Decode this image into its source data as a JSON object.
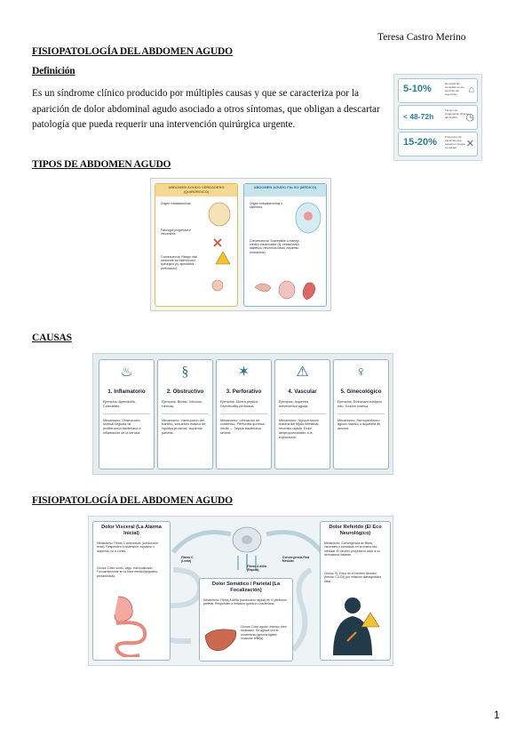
{
  "header": {
    "author": "Teresa Castro Merino"
  },
  "title": "FISIOPATOLOGÍA DEL ABDOMEN AGUDO",
  "definition": {
    "heading": "Definición",
    "text": "Es un síndrome clínico producido por múltiples causas y que se caracteriza por la aparición de dolor abdominal agudo asociado a otros síntomas, que obligan a descartar patología que pueda requerir una intervención quirúrgica urgente."
  },
  "stats": [
    {
      "value": "5-10%",
      "text": "De todas las consultas en los servicios de urgencias",
      "icon": "hospital-icon"
    },
    {
      "value": "< 48-72h",
      "text": "Tiempo de instauración clínica del cuadro",
      "icon": "clock-icon"
    },
    {
      "value": "15-20%",
      "text": "Proporción de pacientes que requieren cirugía inmediata",
      "icon": "scissors-icon"
    }
  ],
  "types_heading": "TIPOS DE ABDOMEN AGUDO",
  "types": {
    "left": {
      "title": "ABDOMEN AGUDO VERDADERO (QUIRÚRGICO)",
      "items": [
        "Origen intraabdominal.",
        "Patología progresiva e irreversible.",
        "Consecuencia: Riesgo vital inminente sin intervención quirúrgica (ej. apendicitis, perforación)."
      ]
    },
    "right": {
      "title": "ABDOMEN AGUDO FALSO (MÉDICO)",
      "items": [
        "Origen extraabdominal o sistémico.",
        "Consecuencia: Susceptible a manejo médico conservador (ej. cetoacidosis diabética, neumonía basal, isquemia miocárdica)."
      ]
    }
  },
  "causes_heading": "CAUSAS",
  "causes": [
    {
      "title": "1. Inflamatorio",
      "icon": "flame-icon",
      "examples": "Ejemplos: Apendicitis, Colecistitis.",
      "mechanism": "Mecanismo: Obstrucción luminal seguida de proliferación bacteriana e inflamación de la serosa."
    },
    {
      "title": "2. Obstructivo",
      "icon": "intestine-icon",
      "examples": "Ejemplos: Bridas, Vólvulos, Hernias.",
      "mechanism": "Mecanismo: Interrupción del tránsito, secuestro masivo de líquidos proximal, isquemia parietal."
    },
    {
      "title": "3. Perforativo",
      "icon": "burst-icon",
      "examples": "Ejemplos: Úlcera péptica, Diverticulitis perforada.",
      "mechanism": "Mecanismo: Liberación de contenido. Peritonitis química inicial → Sepsis bacteriana severa."
    },
    {
      "title": "4. Vascular",
      "icon": "vessel-icon",
      "examples": "Ejemplos: Isquemia mesentérica aguda.",
      "mechanism": "Mecanismo: Hipoperfusión masiva del tejido intestinal, necrosis rápida. Dolor desproporcionado a la exploración."
    },
    {
      "title": "5. Ginecológico",
      "icon": "uterus-icon",
      "examples": "Ejemplos: Embarazo ectópico roto, Torsión ovárica.",
      "mechanism": "Mecanismo: Hemoperitoneo agudo masivo o isquemia de anexos."
    }
  ],
  "fisio_heading": "FISIOPATOLOGÍA DEL ABDOMEN AGUDO",
  "fisio": {
    "visceral": {
      "title": "Dolor Visceral (La Alarma Inicial)",
      "mechanism": "Mecanismo: Fibras C autónomas (conducción lenta). Responden a distensión, espasmo o isquemia, no a cortes.",
      "clinic": "Clínica: Dolor sordo, vago, mal localizado. Frecuentemente en la línea media (epigastrio, periumbilical)."
    },
    "somatic": {
      "title": "Dolor Somático / Parietal (La Focalización)",
      "mechanism": "Mecanismo: Fibras A delta (conducción rápida) en el peritoneo parietal. Responden a irritación química o bacteriana.",
      "clinic": "Clínica: Dolor agudo, intenso, bien localizado. Se agrava con el movimiento (genera rigidez muscular refleja)."
    },
    "referred": {
      "title": "Dolor Referido (El Eco Neurológico)",
      "mechanism": "Mecanismo: Convergencia de fibras viscerales y somáticas en la misma raíz medular. El cerebro proyecta el dolor a un dermatoma distante.",
      "clinic": "Clínica: Ej. Dolor en el hombro derecho (frénico C3-C5) por irritación diafragmática biliar."
    },
    "labels": {
      "fibras_c": "Fibras C (Lenta)",
      "fibras_a": "Fibras A delta (Rápida)",
      "convergencia": "Convergencia Raíz Medular"
    }
  },
  "page_number": "1"
}
